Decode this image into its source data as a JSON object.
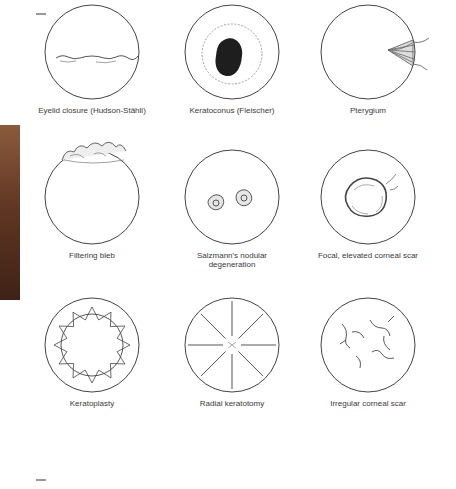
{
  "diagram": {
    "labels": [
      "Eyelid closure (Hudson-Stähli)",
      "Keratoconus (Fleischer)",
      "Pterygium",
      "Filtering bleb",
      "Salzmann's nodular degeneration",
      "Focal, elevated corneal scar",
      "Keratoplasty",
      "Radial keratotomy",
      "Irregular corneal scar"
    ]
  }
}
